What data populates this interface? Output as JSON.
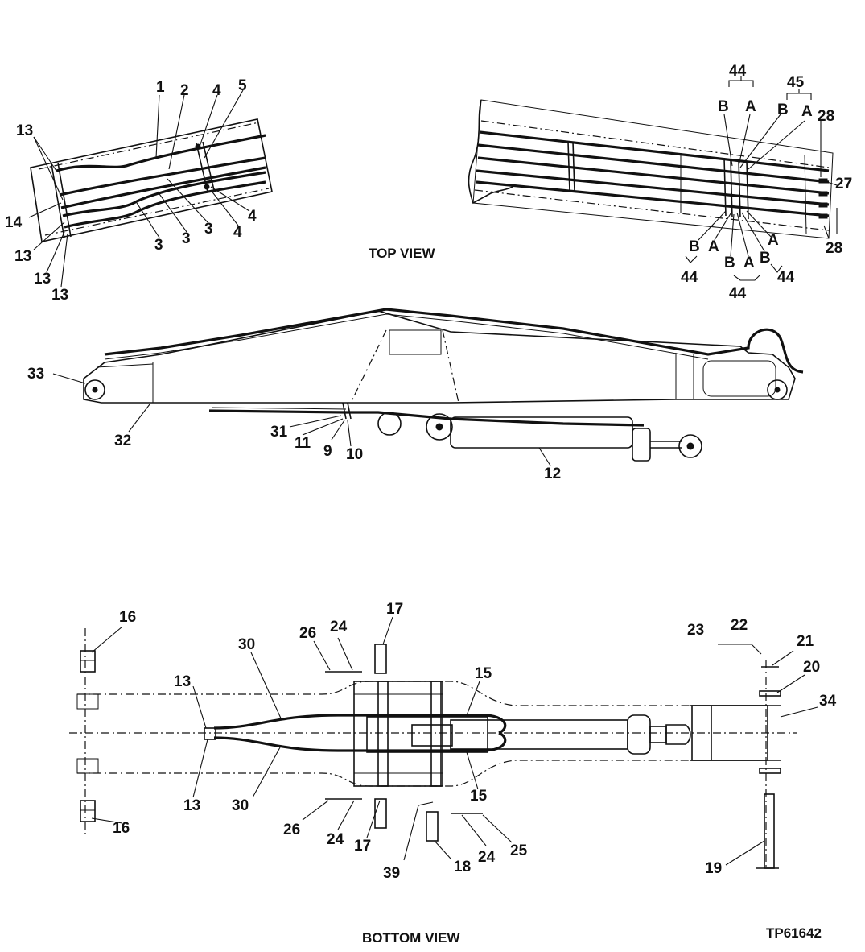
{
  "captions": {
    "top_view": "TOP VIEW",
    "bottom_view": "BOTTOM VIEW",
    "figure_id": "TP61642"
  },
  "labels": {
    "tl_1": "1",
    "tl_2": "2",
    "tl_4a": "4",
    "tl_5": "5",
    "tl_13a": "13",
    "tl_14": "14",
    "tl_13b": "13",
    "tl_13c": "13",
    "tl_13d": "13",
    "tl_3a": "3",
    "tl_3b": "3",
    "tl_3c": "3",
    "tl_4b": "4",
    "tl_4c": "4",
    "tr_44a": "44",
    "tr_45": "45",
    "tr_Ba": "B",
    "tr_Aa": "A",
    "tr_Bb": "B",
    "tr_Ab": "A",
    "tr_28a": "28",
    "tr_27": "27",
    "tr_28b": "28",
    "tr_Bc": "B",
    "tr_Ac": "A",
    "tr_Ad": "A",
    "tr_Bd": "B",
    "tr_Ae": "A",
    "tr_Be": "B",
    "tr_44b": "44",
    "tr_44c": "44",
    "tr_44d": "44",
    "s_33": "33",
    "s_32": "32",
    "s_31": "31",
    "s_11": "11",
    "s_9": "9",
    "s_10": "10",
    "s_12": "12",
    "b_16a": "16",
    "b_16b": "16",
    "b_17a": "17",
    "b_17b": "17",
    "b_26a": "26",
    "b_24a": "24",
    "b_30a": "30",
    "b_30b": "30",
    "b_13a": "13",
    "b_13b": "13",
    "b_15a": "15",
    "b_15b": "15",
    "b_26b": "26",
    "b_24b": "24",
    "b_39": "39",
    "b_18": "18",
    "b_24c": "24",
    "b_25": "25",
    "b_23": "23",
    "b_22": "22",
    "b_21": "21",
    "b_20": "20",
    "b_34": "34",
    "b_19": "19"
  }
}
